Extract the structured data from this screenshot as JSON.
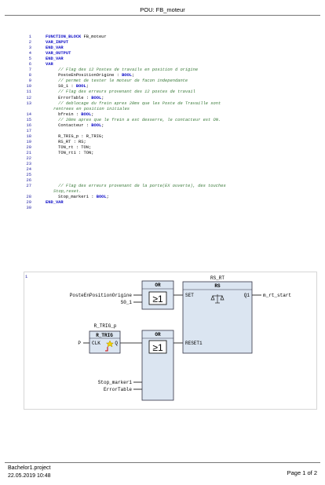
{
  "header": {
    "title": "POU: FB_moteur"
  },
  "code": [
    {
      "n": "1",
      "parts": [
        {
          "t": "FUNCTION_BLOCK",
          "c": "kw"
        },
        {
          "t": " FB_moteur"
        }
      ]
    },
    {
      "n": "2",
      "parts": [
        {
          "t": "VAR_INPUT",
          "c": "kw"
        }
      ]
    },
    {
      "n": "3",
      "parts": [
        {
          "t": "END_VAR",
          "c": "kw"
        }
      ]
    },
    {
      "n": "4",
      "parts": [
        {
          "t": "VAR_OUTPUT",
          "c": "kw"
        }
      ]
    },
    {
      "n": "5",
      "parts": [
        {
          "t": "END_VAR",
          "c": "kw"
        }
      ]
    },
    {
      "n": "6",
      "parts": [
        {
          "t": "VAR",
          "c": "kw"
        }
      ]
    },
    {
      "n": "7",
      "parts": [
        {
          "t": "     // Flag des 12 Postes de travails en position d origine",
          "c": "cm"
        }
      ]
    },
    {
      "n": "8",
      "parts": [
        {
          "t": "     PosteEnPositionOrigine : "
        },
        {
          "t": "BOOL",
          "c": "kw"
        },
        {
          "t": ";"
        }
      ]
    },
    {
      "n": "9",
      "parts": [
        {
          "t": "     // permet de tester le moteur de facon independante",
          "c": "cm"
        }
      ]
    },
    {
      "n": "10",
      "parts": [
        {
          "t": "     S0_1 : "
        },
        {
          "t": "BOOL",
          "c": "kw"
        },
        {
          "t": ";"
        }
      ]
    },
    {
      "n": "11",
      "parts": [
        {
          "t": "     // Flag des erreurs provenant des 12 postes de travail",
          "c": "cm"
        }
      ]
    },
    {
      "n": "12",
      "parts": [
        {
          "t": "     ErrorTable : "
        },
        {
          "t": "BOOL",
          "c": "kw"
        },
        {
          "t": ";"
        }
      ]
    },
    {
      "n": "13",
      "parts": [
        {
          "t": "     // deblocage du frein apres 20ms que les Poste de Travaille sont",
          "c": "cm"
        }
      ]
    },
    {
      "n": "",
      "parts": [
        {
          "t": "rentrees en position initiales",
          "c": "cm"
        }
      ],
      "cont": true
    },
    {
      "n": "14",
      "parts": [
        {
          "t": "     bfrein : "
        },
        {
          "t": "BOOL",
          "c": "kw"
        },
        {
          "t": ";"
        }
      ]
    },
    {
      "n": "15",
      "parts": [
        {
          "t": "     // 20ms apres que le frein a est desserre, le contacteur est ON.",
          "c": "cm"
        }
      ]
    },
    {
      "n": "16",
      "parts": [
        {
          "t": "     Contacteur : "
        },
        {
          "t": "BOOL",
          "c": "kw"
        },
        {
          "t": ";"
        }
      ]
    },
    {
      "n": "17",
      "parts": []
    },
    {
      "n": "18",
      "parts": [
        {
          "t": "     R_TRIG_p : R_TRIG;"
        }
      ]
    },
    {
      "n": "19",
      "parts": [
        {
          "t": "     RS_RT : RS;"
        }
      ]
    },
    {
      "n": "20",
      "parts": [
        {
          "t": "     TON_rt : TON;"
        }
      ]
    },
    {
      "n": "21",
      "parts": [
        {
          "t": "     TON_rt1 : TON;"
        }
      ]
    },
    {
      "n": "22",
      "parts": []
    },
    {
      "n": "23",
      "parts": []
    },
    {
      "n": "24",
      "parts": []
    },
    {
      "n": "25",
      "parts": []
    },
    {
      "n": "26",
      "parts": []
    },
    {
      "n": "27",
      "parts": [
        {
          "t": "     // Flag des erreurs provenant de la porte(EX ouverte), des touches",
          "c": "cm"
        }
      ]
    },
    {
      "n": "",
      "parts": [
        {
          "t": "Stop,reset.",
          "c": "cm"
        }
      ],
      "cont": true
    },
    {
      "n": "28",
      "parts": [
        {
          "t": "     Stop_marker1 : "
        },
        {
          "t": "BOOL",
          "c": "kw"
        },
        {
          "t": ";"
        }
      ]
    },
    {
      "n": "29",
      "parts": [
        {
          "t": "END_VAR",
          "c": "kw"
        }
      ]
    },
    {
      "n": "30",
      "parts": []
    }
  ],
  "network": {
    "number": "1",
    "or1": {
      "title": "OR",
      "symbol": "≥1",
      "in1": "PosteEnPositionOrigine",
      "in2": "S0_1"
    },
    "rtrig": {
      "instance": "R_TRIG_p",
      "type": "R_TRIG",
      "pin_in": "CLK",
      "pin_out": "Q",
      "input": "P"
    },
    "or2": {
      "title": "OR",
      "symbol": "≥1",
      "in3": "Stop_marker1",
      "in4": "ErrorTable"
    },
    "rs": {
      "instance": "RS_RT",
      "type": "RS",
      "pin_set": "SET",
      "pin_reset": "RESET1",
      "pin_out": "Q1",
      "output": "m_rt_start"
    }
  },
  "footer": {
    "project": "Bachelor1.project",
    "datetime": "22.05.2019 10:48",
    "page": "Page 1 of 2"
  }
}
